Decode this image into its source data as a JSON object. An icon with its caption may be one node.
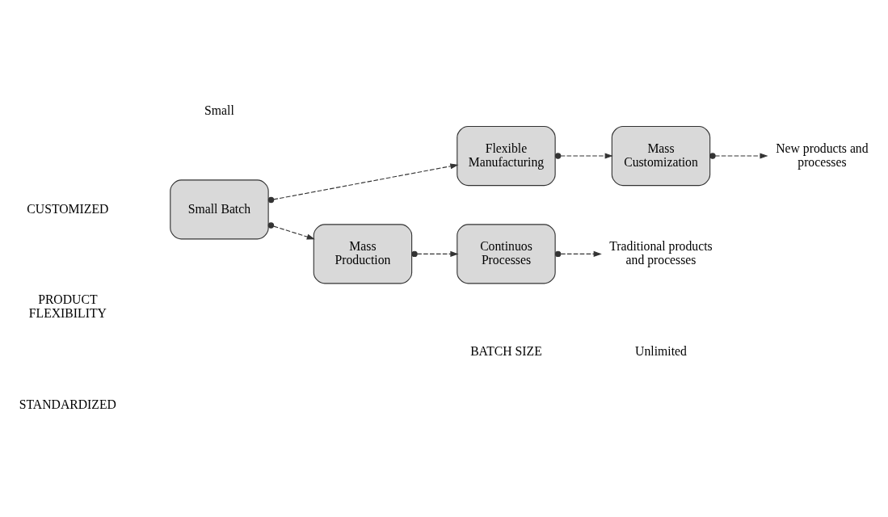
{
  "diagram": {
    "nodes": [
      {
        "text": [
          "Small Batch"
        ]
      },
      {
        "text": [
          "Flexible Manufacturing"
        ]
      },
      {
        "text": [
          "Mass Customization"
        ]
      },
      {
        "text": [
          "Mass Production"
        ]
      },
      {
        "text": [
          "Continuos Processes"
        ]
      },
      {
        "text": [
          "New products and processes"
        ]
      },
      {
        "text": [
          "Traditional products and processes"
        ]
      }
    ],
    "edges": [
      {
        "from": 0,
        "to": 1,
        "arrow": "to",
        "style": "dashed"
      },
      {
        "from": 1,
        "to": 2,
        "arrow": "to",
        "style": "dashed"
      },
      {
        "from": 2,
        "to": 5,
        "arrow": "to",
        "style": "dashed"
      },
      {
        "from": 0,
        "to": 3,
        "arrow": "to",
        "style": "dashed"
      },
      {
        "from": 3,
        "to": 4,
        "arrow": "to",
        "style": "dashed"
      },
      {
        "from": 4,
        "to": 6,
        "arrow": "to",
        "style": "dashed"
      }
    ],
    "labels": [
      "CUSTOMIZED",
      "PRODUCT FLEXIBILITY",
      "STANDARDIZED",
      "Small",
      "Unlimited",
      "BATCH SIZE"
    ]
  }
}
